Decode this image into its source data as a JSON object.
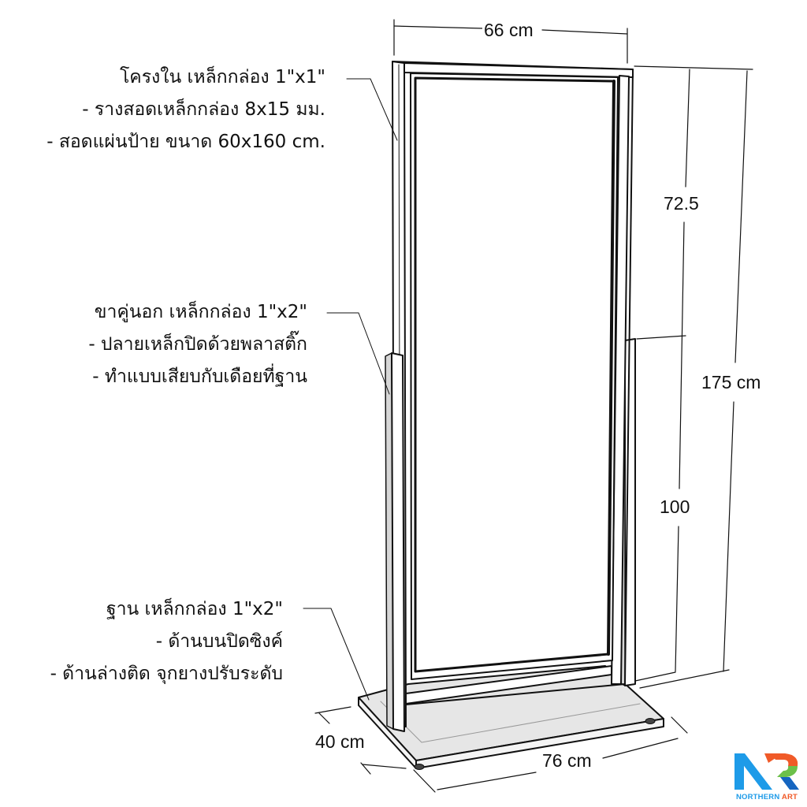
{
  "annotations": {
    "inner_frame": {
      "title": "โครงใน เหล็กกล่อง 1\"x1\"",
      "lines": [
        "- รางสอดเหล็กกล่อง 8x15 มม.",
        "- สอดแผ่นป้าย ขนาด 60x160 cm."
      ]
    },
    "outer_legs": {
      "title": "ขาคู่นอก เหล็กกล่อง 1\"x2\"",
      "lines": [
        "- ปลายเหล็กปิดด้วยพลาสติ๊ก",
        "- ทำแบบเสียบกับเดือยที่ฐาน"
      ]
    },
    "base": {
      "title": "ฐาน เหล็กกล่อง 1\"x2\"",
      "lines": [
        "- ด้านบนปิดซิงค์",
        "- ด้านล่างติด จุกยางปรับระดับ"
      ]
    }
  },
  "dimensions": {
    "frame_width": "66 cm",
    "upper_height": "72.5",
    "leg_height": "100",
    "total_height": "175 cm",
    "base_depth": "40 cm",
    "base_width": "76 cm"
  },
  "logo": {
    "text_primary": "NORTHERN",
    "text_secondary": "ART",
    "colors": {
      "blue": "#1e9be8",
      "orange": "#f05a28",
      "green": "#6cc04a",
      "dark_blue": "#1565c0"
    }
  },
  "colors": {
    "line": "#111111",
    "base_fill": "#e6e6e6",
    "leg_shade": "#d6d6d6"
  }
}
